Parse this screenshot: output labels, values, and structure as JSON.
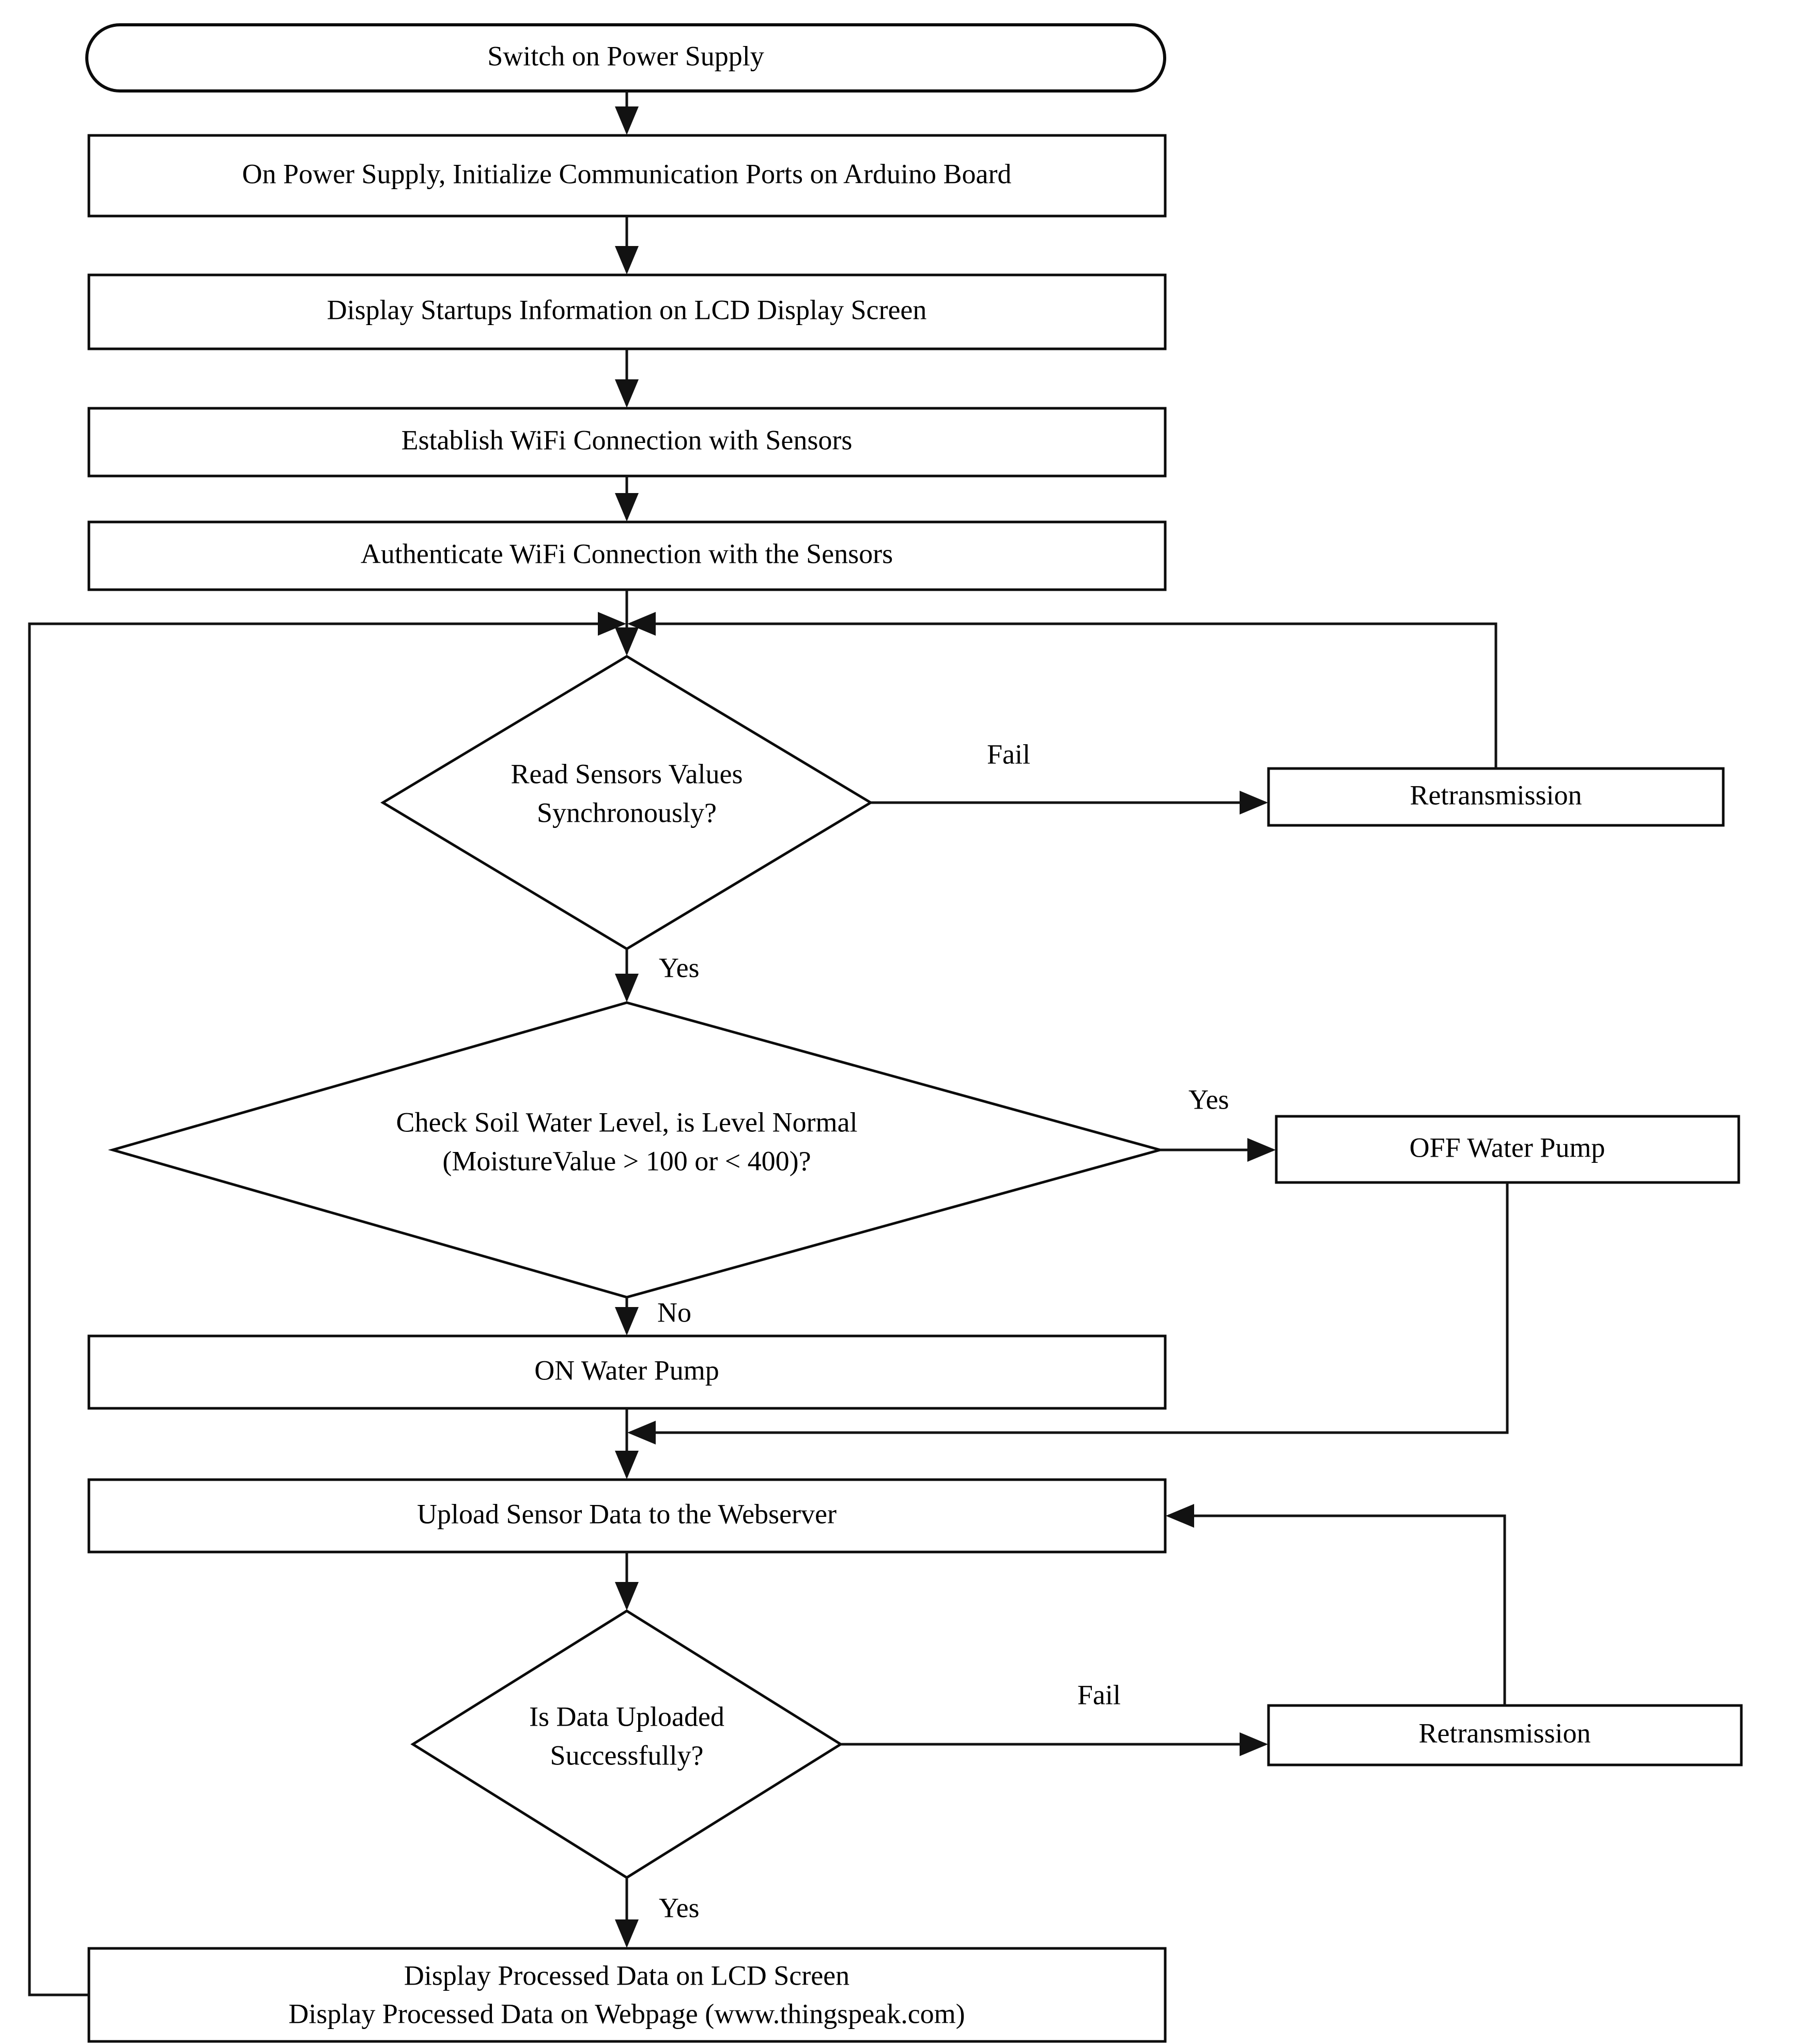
{
  "diagram": {
    "type": "flowchart",
    "title": "IoT Smart Irrigation System Flowchart",
    "orientation": "top-to-bottom",
    "background_color": "#ffffff",
    "line_color": "#121212",
    "text_color": "#000000"
  },
  "nodes": {
    "start": {
      "id": "start",
      "shape": "terminator",
      "label": "Switch on Power Supply"
    },
    "init_ports": {
      "id": "init_ports",
      "shape": "process",
      "label": "On Power Supply, Initialize Communication Ports on Arduino Board"
    },
    "display_startup": {
      "id": "display_startup",
      "shape": "process",
      "label": "Display Startups Information on LCD Display Screen"
    },
    "establish_wifi": {
      "id": "establish_wifi",
      "shape": "process",
      "label": "Establish WiFi Connection with Sensors"
    },
    "authenticate_wifi": {
      "id": "authenticate_wifi",
      "shape": "process",
      "label": "Authenticate WiFi Connection with the Sensors"
    },
    "read_sensors": {
      "id": "read_sensors",
      "shape": "decision",
      "label_line1": "Read Sensors Values",
      "label_line2": "Synchronously?"
    },
    "retransmission_top": {
      "id": "retransmission_top",
      "shape": "process",
      "label": "Retransmission"
    },
    "check_soil": {
      "id": "check_soil",
      "shape": "decision",
      "label_line1": "Check Soil Water Level, is Level Normal",
      "label_line2": "(MoistureValue > 100 or < 400)?"
    },
    "pump_off": {
      "id": "pump_off",
      "shape": "process",
      "label": "OFF Water Pump"
    },
    "pump_on": {
      "id": "pump_on",
      "shape": "process",
      "label": "ON Water Pump"
    },
    "upload_data": {
      "id": "upload_data",
      "shape": "process",
      "label": "Upload Sensor Data to the Webserver"
    },
    "is_uploaded": {
      "id": "is_uploaded",
      "shape": "decision",
      "label_line1": "Is Data Uploaded",
      "label_line2": "Successfully?"
    },
    "retransmission_bottom": {
      "id": "retransmission_bottom",
      "shape": "process",
      "label": "Retransmission"
    },
    "display_processed": {
      "id": "display_processed",
      "shape": "process",
      "label_line1": "Display Processed Data on LCD Screen",
      "label_line2": "Display Processed Data on Webpage (www.thingspeak.com)"
    }
  },
  "edge_labels": {
    "read_sensors_fail": "Fail",
    "read_sensors_yes": "Yes",
    "check_soil_yes": "Yes",
    "check_soil_no": "No",
    "is_uploaded_fail": "Fail",
    "is_uploaded_yes": "Yes"
  },
  "edges": [
    {
      "from": "start",
      "to": "init_ports",
      "label": ""
    },
    {
      "from": "init_ports",
      "to": "display_startup",
      "label": ""
    },
    {
      "from": "display_startup",
      "to": "establish_wifi",
      "label": ""
    },
    {
      "from": "establish_wifi",
      "to": "authenticate_wifi",
      "label": ""
    },
    {
      "from": "authenticate_wifi",
      "to": "read_sensors",
      "label": ""
    },
    {
      "from": "read_sensors",
      "to": "retransmission_top",
      "label": "Fail"
    },
    {
      "from": "retransmission_top",
      "to": "read_sensors",
      "label": ""
    },
    {
      "from": "read_sensors",
      "to": "check_soil",
      "label": "Yes"
    },
    {
      "from": "check_soil",
      "to": "pump_off",
      "label": "Yes"
    },
    {
      "from": "check_soil",
      "to": "pump_on",
      "label": "No"
    },
    {
      "from": "pump_off",
      "to": "upload_data",
      "label": ""
    },
    {
      "from": "pump_on",
      "to": "upload_data",
      "label": ""
    },
    {
      "from": "upload_data",
      "to": "is_uploaded",
      "label": ""
    },
    {
      "from": "is_uploaded",
      "to": "retransmission_bottom",
      "label": "Fail"
    },
    {
      "from": "retransmission_bottom",
      "to": "upload_data",
      "label": ""
    },
    {
      "from": "is_uploaded",
      "to": "display_processed",
      "label": "Yes"
    },
    {
      "from": "display_processed",
      "to": "read_sensors",
      "label": ""
    }
  ]
}
